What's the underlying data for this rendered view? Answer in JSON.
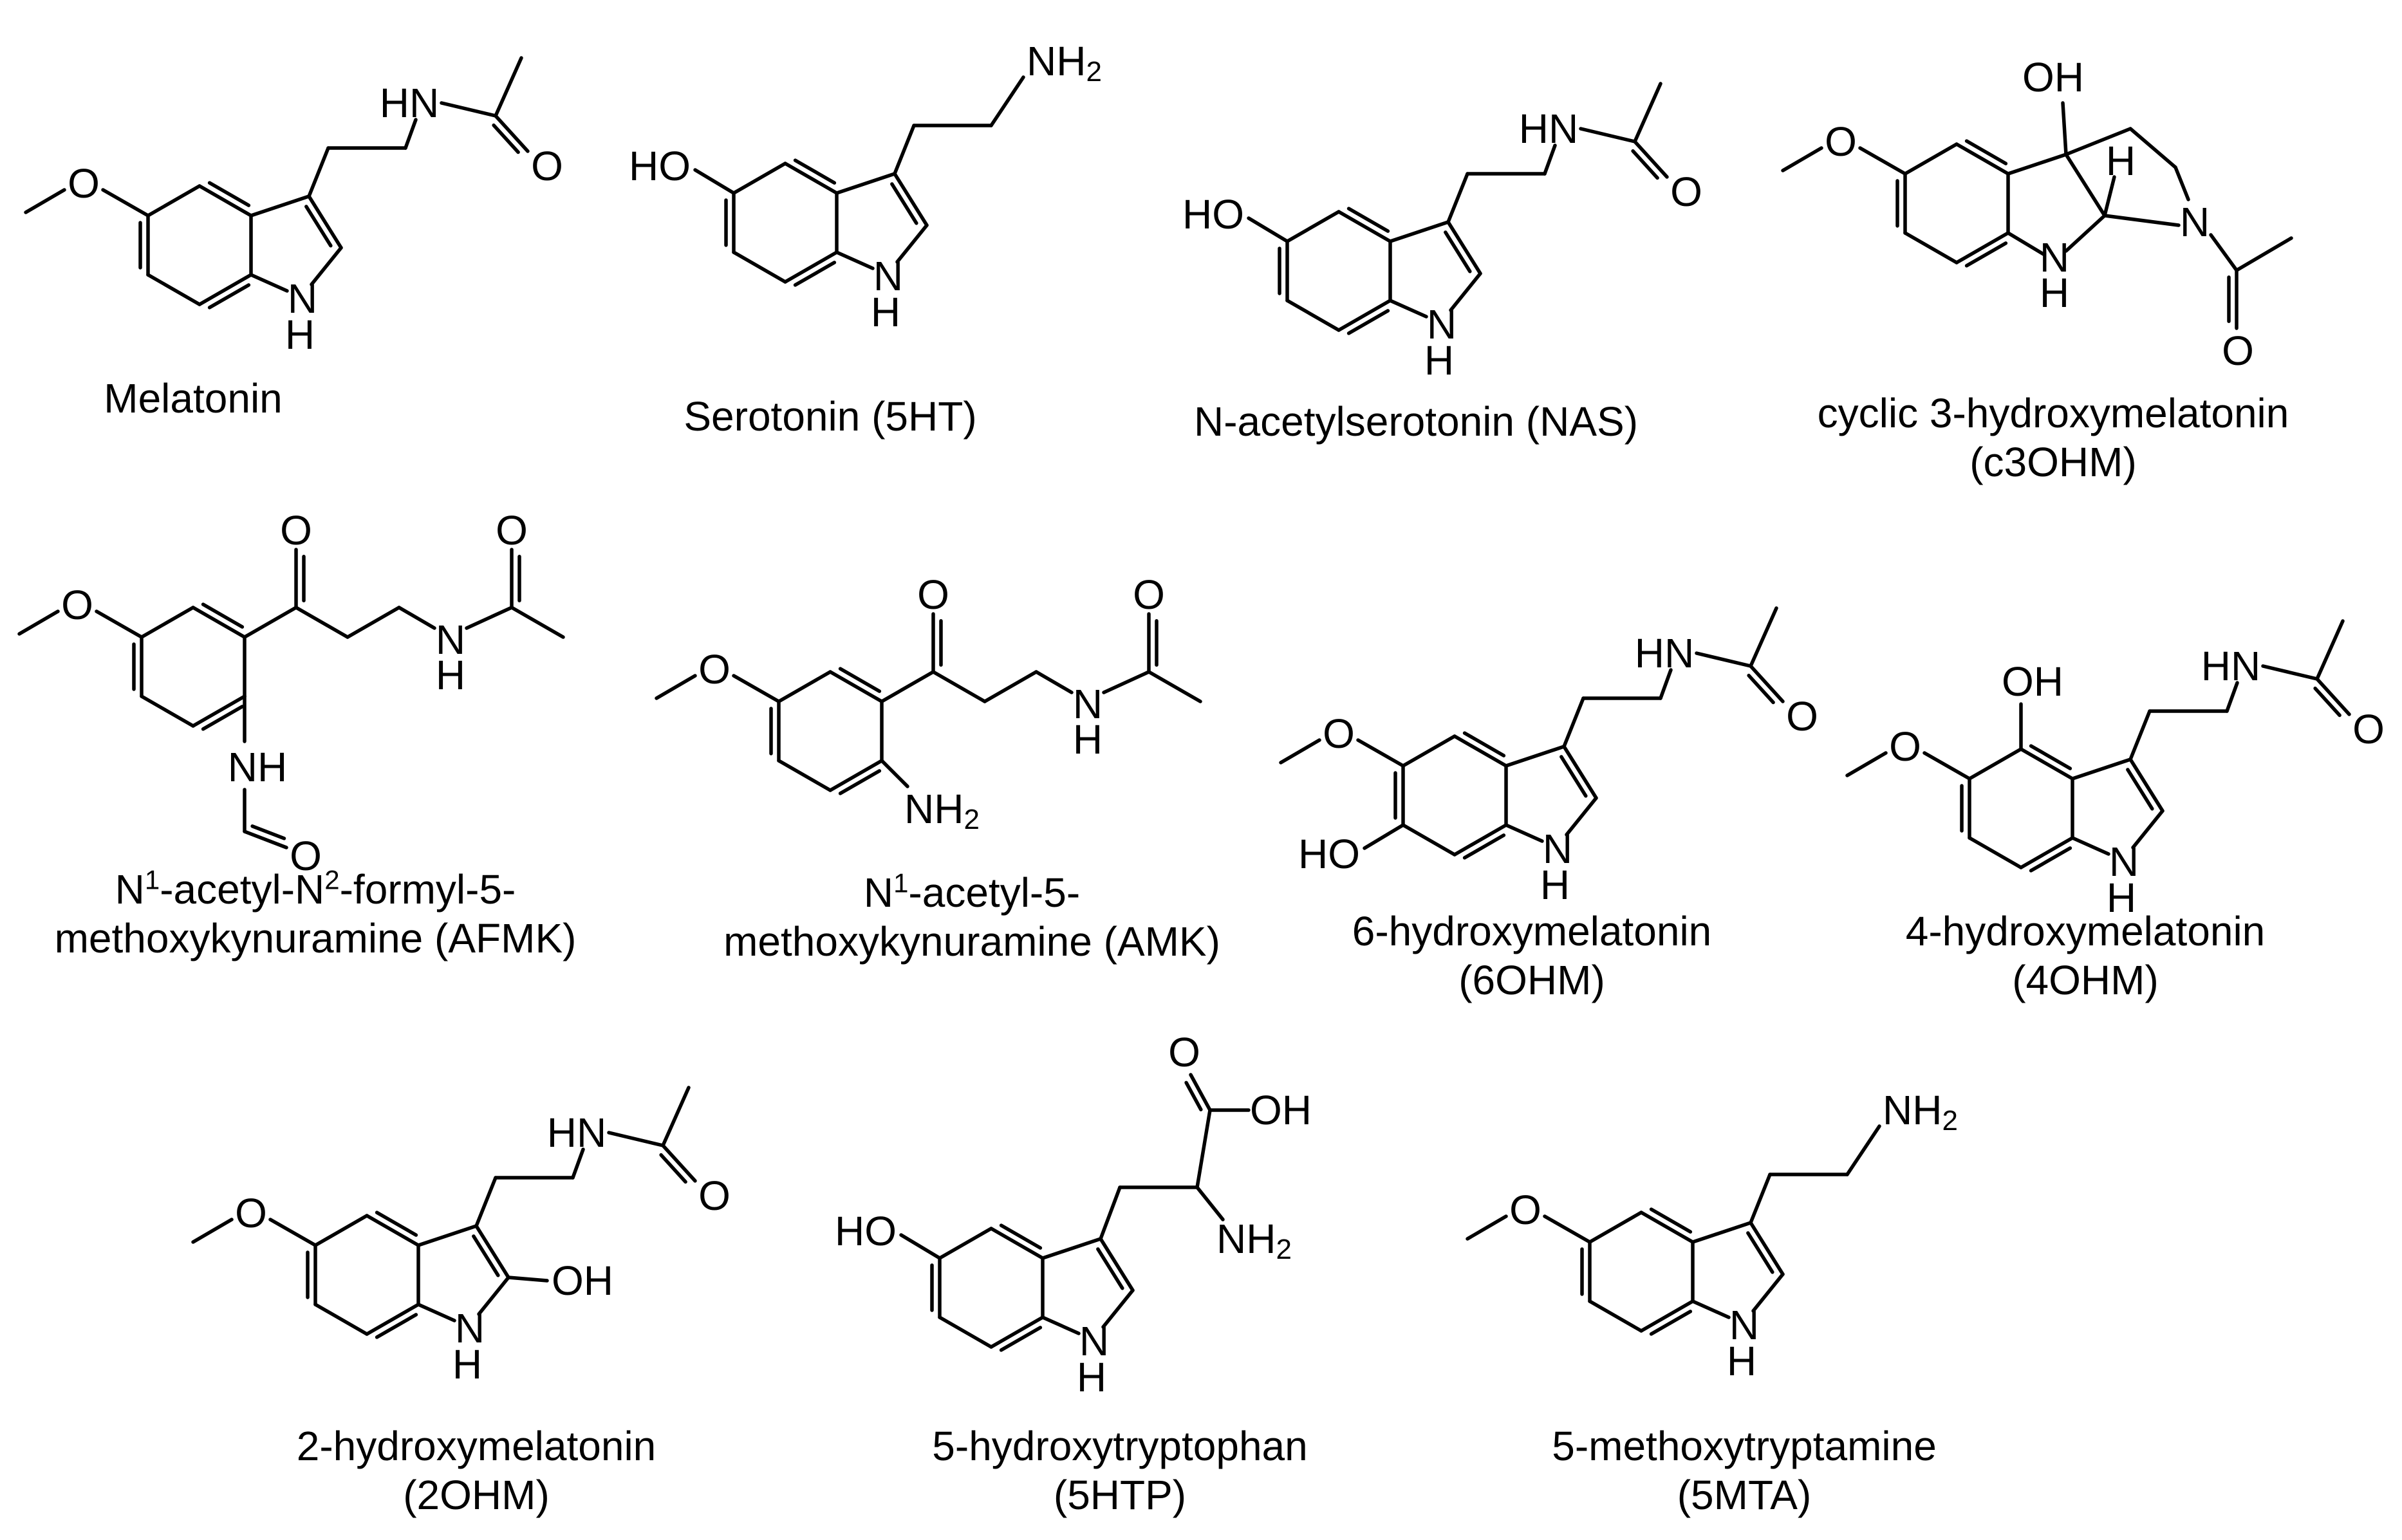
{
  "compounds": [
    {
      "name": "Melatonin",
      "abbr": ""
    },
    {
      "name": "Serotonin (5HT)",
      "abbr": ""
    },
    {
      "name": "N-acetylserotonin (NAS)",
      "abbr": ""
    },
    {
      "name": "cyclic 3-hydroxymelatonin",
      "abbr": "(c3OHM)"
    },
    {
      "name": "N1-acetyl-N2-formyl-5-",
      "abbr": "methoxykynuramine (AFMK)"
    },
    {
      "name": "N1-acetyl-5-",
      "abbr": "methoxykynuramine (AMK)"
    },
    {
      "name": "6-hydroxymelatonin",
      "abbr": "(6OHM)"
    },
    {
      "name": "4-hydroxymelatonin",
      "abbr": "(4OHM)"
    },
    {
      "name": "2-hydroxymelatonin",
      "abbr": "(2OHM)"
    },
    {
      "name": "5-hydroxytryptophan",
      "abbr": "(5HTP)"
    },
    {
      "name": "5-methoxytryptamine",
      "abbr": "(5MTA)"
    }
  ],
  "afmk_parts": {
    "a": "N",
    "s1": "1",
    "b": "-acetyl-N",
    "s2": "2",
    "c": "-formyl-5-"
  },
  "amk_parts": {
    "a": "N",
    "s1": "1",
    "b": "-acetyl-5-"
  },
  "atom_labels": {
    "NH": "NH",
    "HN": "HN",
    "N": "N",
    "H": "H",
    "O": "O",
    "OH": "OH",
    "HO": "HO",
    "NH2": "NH",
    "two": "2"
  }
}
